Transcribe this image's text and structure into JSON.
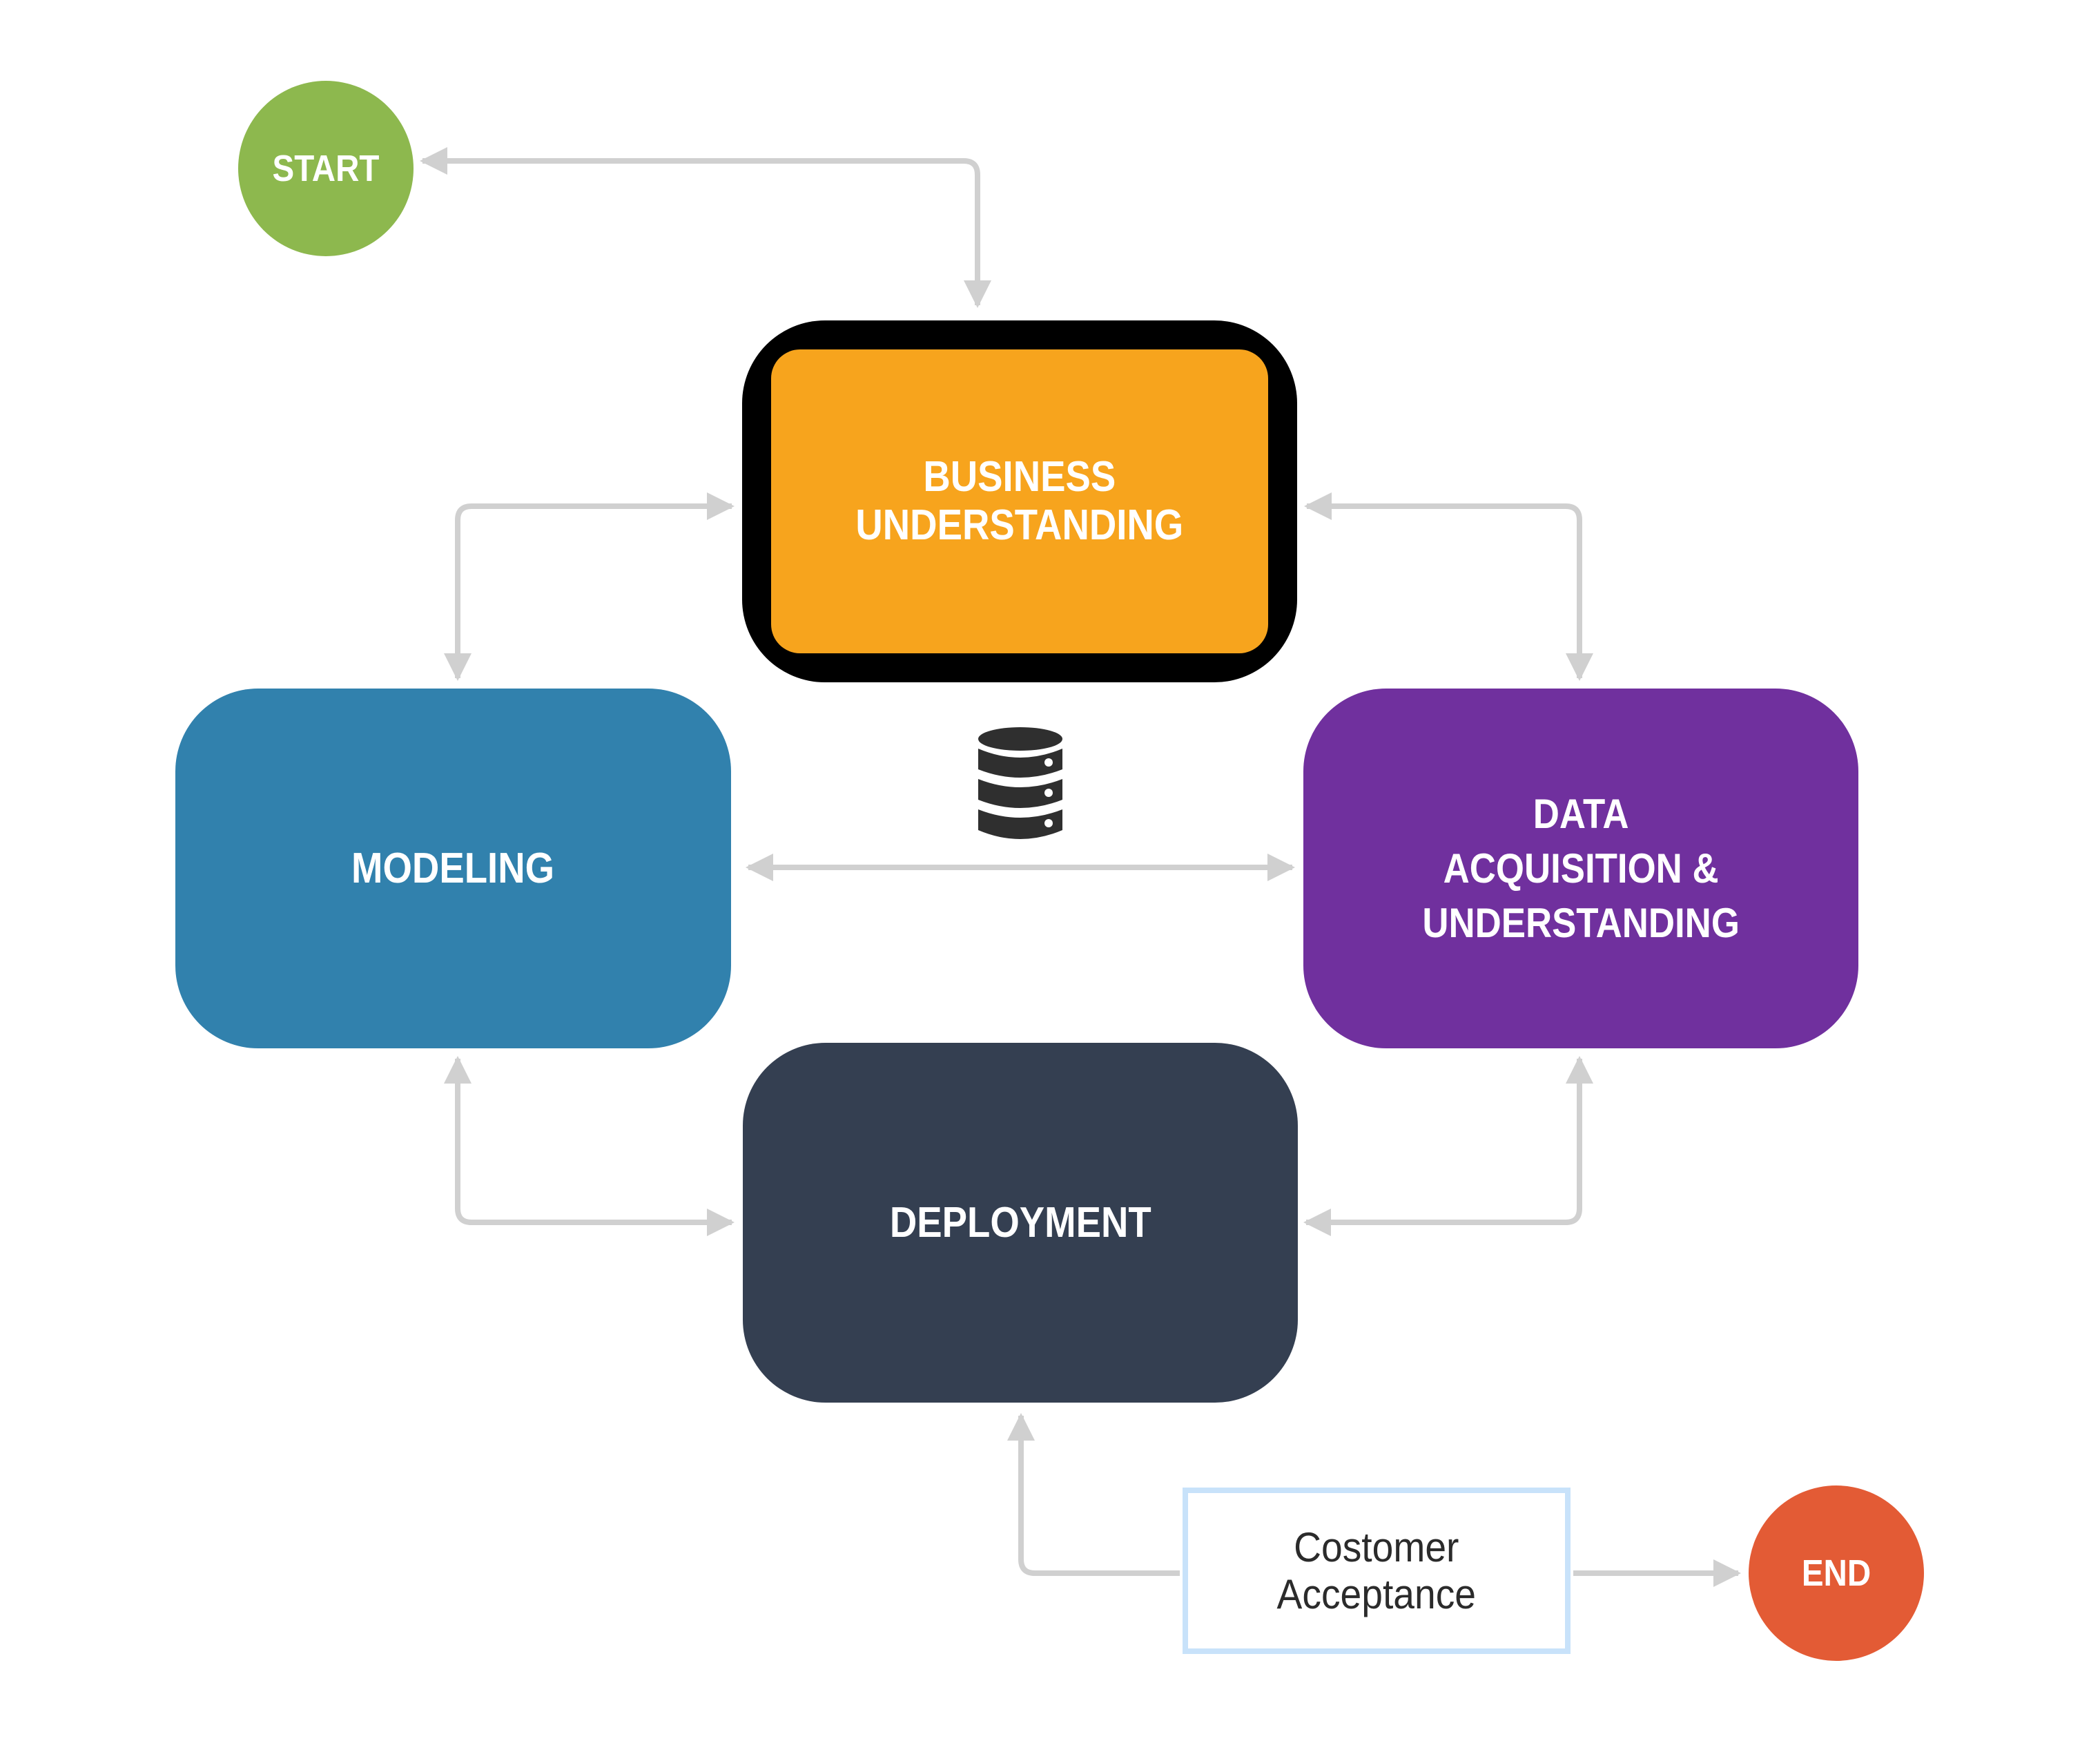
{
  "diagram": {
    "title": "Team Data Science Process lifecycle",
    "colors": {
      "connector": "#D0D0D0",
      "start": "#8DB84E",
      "end": "#E35B35",
      "business_outer": "#000000",
      "business_ring": "#332107",
      "business_fill": "#F7A41D",
      "modeling": "#3181AD",
      "data_acquisition": "#70309E",
      "deployment": "#343F51",
      "acceptance_border": "#C8E2FA",
      "acceptance_text": "#2B2B2B",
      "database_icon": "#2F2F2F"
    },
    "nodes": {
      "start": {
        "label": "START",
        "shape": "circle"
      },
      "business": {
        "lines": [
          "BUSINESS",
          "UNDERSTANDING"
        ],
        "shape": "rounded-rect",
        "highlighted": true
      },
      "modeling": {
        "label": "MODELING",
        "shape": "rounded-rect"
      },
      "data_acquisition": {
        "lines": [
          "DATA",
          "ACQUISITION &",
          "UNDERSTANDING"
        ],
        "shape": "rounded-rect"
      },
      "deployment": {
        "label": "DEPLOYMENT",
        "shape": "rounded-rect"
      },
      "acceptance": {
        "lines": [
          "Costomer",
          "Acceptance"
        ],
        "shape": "rect"
      },
      "end": {
        "label": "END",
        "shape": "circle"
      }
    },
    "icons": {
      "database": "database-icon"
    },
    "edges": [
      {
        "from": "start",
        "to": "business",
        "direction": "both"
      },
      {
        "from": "business",
        "to": "modeling",
        "direction": "both"
      },
      {
        "from": "business",
        "to": "data_acquisition",
        "direction": "both"
      },
      {
        "from": "modeling",
        "to": "data_acquisition",
        "direction": "both"
      },
      {
        "from": "modeling",
        "to": "deployment",
        "direction": "both"
      },
      {
        "from": "data_acquisition",
        "to": "deployment",
        "direction": "both"
      },
      {
        "from": "acceptance",
        "to": "deployment",
        "direction": "forward"
      },
      {
        "from": "acceptance",
        "to": "end",
        "direction": "forward"
      }
    ]
  }
}
